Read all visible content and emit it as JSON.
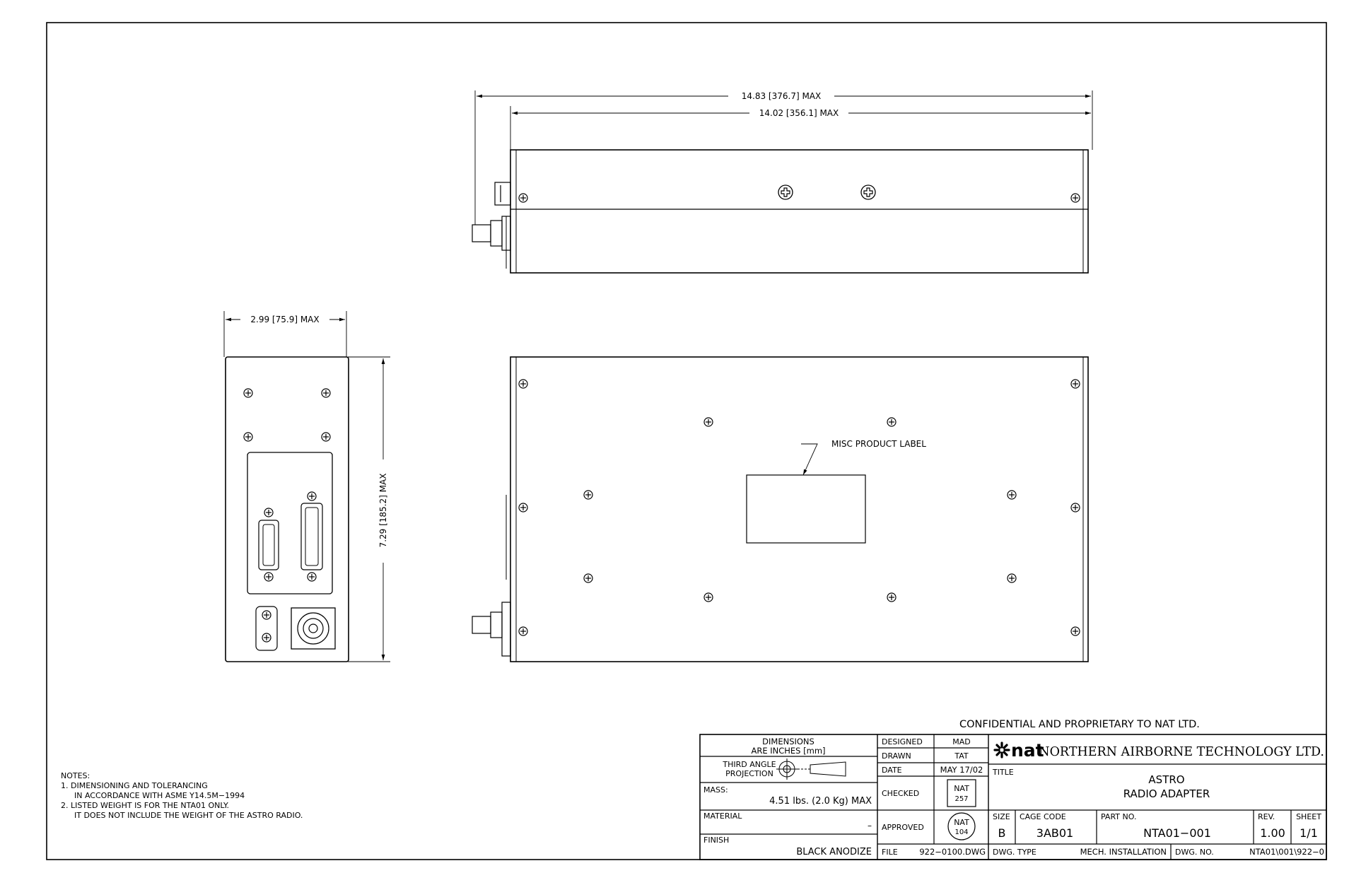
{
  "dimensions": {
    "overall_length": "14.83 [376.7] MAX",
    "body_length": "14.02 [356.1] MAX",
    "width": "2.99 [75.9] MAX",
    "height": "7.29 [185.2] MAX"
  },
  "label_callout": "MISC PRODUCT LABEL",
  "notes": {
    "heading": "NOTES:",
    "lines": [
      "1. DIMENSIONING AND TOLERANCING",
      "IN ACCORDANCE WITH ASME Y14.5M−1994",
      "2. LISTED WEIGHT IS FOR THE NTA01 ONLY.",
      "IT DOES NOT INCLUDE THE WEIGHT OF THE ASTRO RADIO."
    ]
  },
  "title_block": {
    "confidential": "CONFIDENTIAL AND PROPRIETARY TO NAT LTD.",
    "dim_units_line1": "DIMENSIONS",
    "dim_units_line2": "ARE INCHES [mm]",
    "projection_line1": "THIRD ANGLE",
    "projection_line2": "PROJECTION",
    "mass_label": "MASS:",
    "mass_value": "4.51 lbs. (2.0 Kg) MAX",
    "material_label": "MATERIAL",
    "material_value": "–",
    "finish_label": "FINISH",
    "finish_value": "BLACK ANODIZE",
    "designed_label": "DESIGNED",
    "designed_value": "MAD",
    "drawn_label": "DRAWN",
    "drawn_value": "TAT",
    "date_label": "DATE",
    "date_value": "MAY 17/02",
    "checked_label": "CHECKED",
    "checked_stamp_line1": "NAT",
    "checked_stamp_line2": "257",
    "approved_label": "APPROVED",
    "approved_stamp_line1": "NAT",
    "approved_stamp_line2": "104",
    "file_label": "FILE",
    "file_value": "922−0100.DWG",
    "logo_text": "nat",
    "company": "NORTHERN AIRBORNE TECHNOLOGY LTD.",
    "title_label": "TITLE",
    "title_line1": "ASTRO",
    "title_line2": "RADIO ADAPTER",
    "size_label": "SIZE",
    "size_value": "B",
    "cage_label": "CAGE CODE",
    "cage_value": "3AB01",
    "part_label": "PART NO.",
    "part_value": "NTA01−001",
    "rev_label": "REV.",
    "rev_value": "1.00",
    "sheet_label": "SHEET",
    "sheet_value": "1/1",
    "dwg_type_label": "DWG. TYPE",
    "dwg_type_value": "MECH. INSTALLATION",
    "dwg_no_label": "DWG. NO.",
    "dwg_no_value": "NTA01\\001\\922−0"
  }
}
